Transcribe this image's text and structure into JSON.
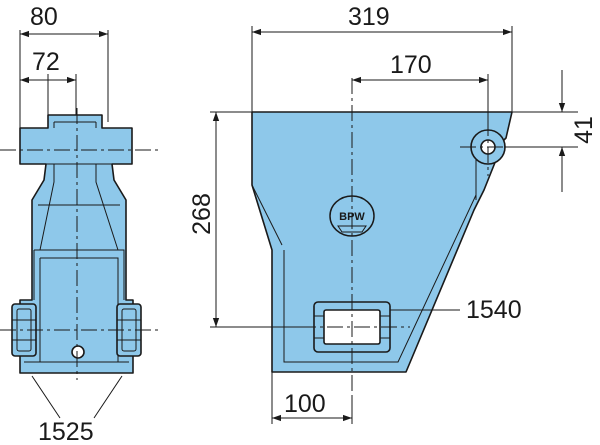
{
  "colors": {
    "part_fill": "#8ec8ea",
    "part_stroke": "#1a1a1a",
    "background": "#ffffff"
  },
  "dimensions": {
    "side_width_outer": "80",
    "side_width_inner": "72",
    "front_width": "319",
    "hole_offset": "170",
    "hole_height": "41",
    "height": "268",
    "opening_label": "1540",
    "bottom_width": "100",
    "side_pads_label": "1525"
  },
  "logo": {
    "text": "BPW",
    "icon": "bpw-logo-icon"
  }
}
